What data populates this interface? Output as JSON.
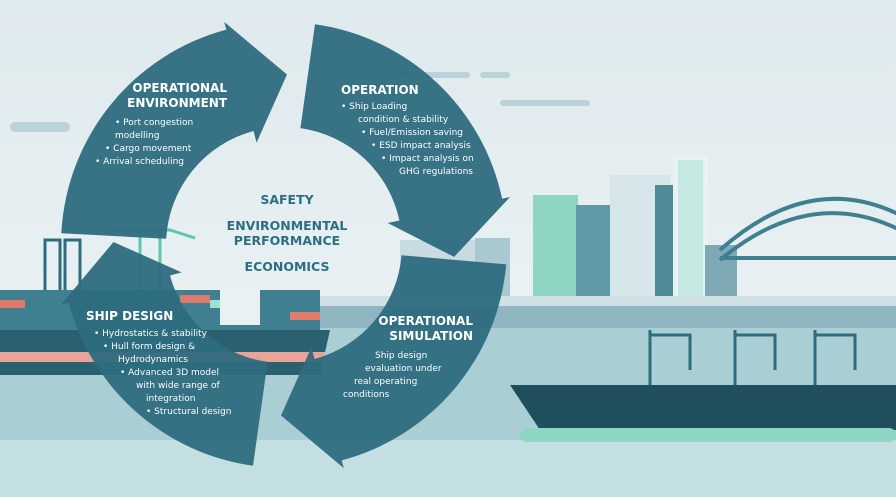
{
  "colors": {
    "segment": "#2d6c7e",
    "sky": "#e6eef0",
    "water": "#9fc9cf",
    "accent_coral": "#e07a6a",
    "accent_mint": "#9fe0cf"
  },
  "center": {
    "lines": [
      "SAFETY",
      "ENVIRONMENTAL",
      "PERFORMANCE",
      "ECONOMICS"
    ]
  },
  "segments": {
    "operational_environment": {
      "title": [
        "OPERATIONAL",
        "ENVIRONMENT"
      ],
      "items": [
        "• Port congestion",
        "modelling",
        "• Cargo movement",
        "• Arrival scheduling"
      ]
    },
    "operation": {
      "title": [
        "OPERATION"
      ],
      "items": [
        "• Ship Loading",
        "condition & stability",
        "• Fuel/Emission saving",
        "• ESD impact analysis",
        "• Impact analysis on",
        "GHG regulations"
      ]
    },
    "ship_design": {
      "title": [
        "SHIP DESIGN"
      ],
      "items": [
        "• Hydrostatics & stability",
        "• Hull form design &",
        "Hydrodynamics",
        "• Advanced 3D model",
        "with wide range of",
        "integration",
        "• Structural design"
      ]
    },
    "operational_simulation": {
      "title": [
        "OPERATIONAL",
        "SIMULATION"
      ],
      "items": [
        "Ship design",
        "evaluation under",
        "real operating",
        "conditions"
      ]
    }
  }
}
